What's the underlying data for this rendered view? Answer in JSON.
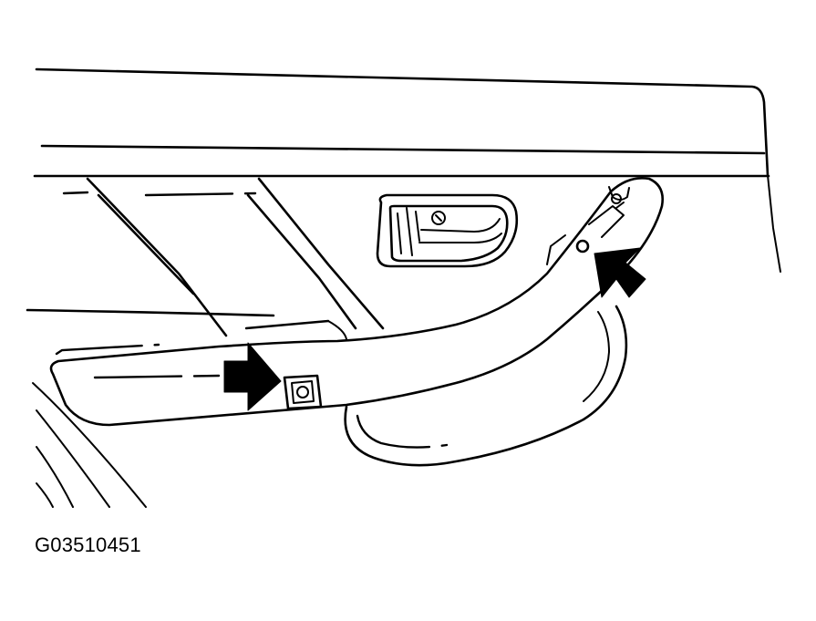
{
  "figure": {
    "code": "G03510451"
  },
  "colors": {
    "line": "#000000",
    "background": "#ffffff"
  },
  "icons": {
    "upper_arrow": "arrow-pointing-to-upper-screw",
    "lower_arrow": "arrow-pointing-to-lower-screw"
  }
}
